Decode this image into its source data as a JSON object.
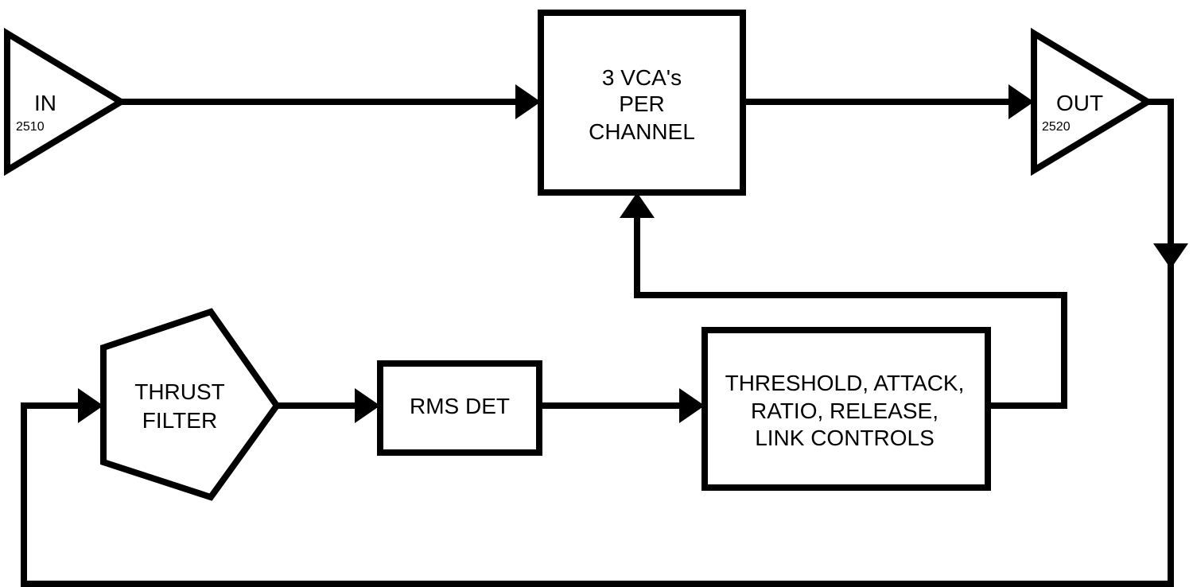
{
  "blocks": {
    "input_amp": {
      "label": "IN",
      "ref": "2510"
    },
    "vca": {
      "lines": [
        "3 VCA's",
        "PER",
        "CHANNEL"
      ]
    },
    "output_amp": {
      "label": "OUT",
      "ref": "2520"
    },
    "thrust_filter": {
      "lines": [
        "THRUST",
        "FILTER"
      ]
    },
    "rms_detector": {
      "label": "RMS DET"
    },
    "controls": {
      "lines": [
        "THRESHOLD, ATTACK,",
        "RATIO, RELEASE,",
        "LINK CONTROLS"
      ]
    }
  }
}
